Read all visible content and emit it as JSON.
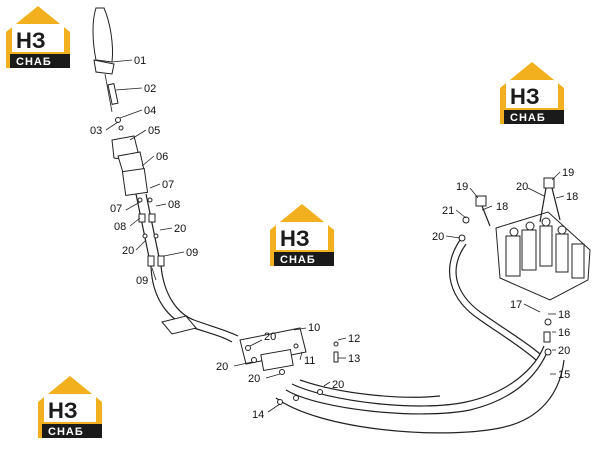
{
  "logo": {
    "top_text": "НЗ",
    "bottom_text": "СНАБ",
    "accent_color": "#f2b01e"
  },
  "labels": {
    "l01": "01",
    "l02": "02",
    "l03": "03",
    "l04": "04",
    "l05": "05",
    "l06": "06",
    "l07a": "07",
    "l07b": "07",
    "l08a": "08",
    "l08b": "08",
    "l09a": "09",
    "l09b": "09",
    "l20a": "20",
    "l20b": "20",
    "l10": "10",
    "l11": "11",
    "l12": "12",
    "l13": "13",
    "l14": "14",
    "l20c": "20",
    "l20d": "20",
    "l20e": "20",
    "l20f": "20",
    "l19a": "19",
    "l19b": "19",
    "l20g": "20",
    "l18a": "18",
    "l18b": "18",
    "l21": "21",
    "l20h": "20",
    "l17": "17",
    "l18c": "18",
    "l16": "16",
    "l20i": "20",
    "l15": "15"
  }
}
